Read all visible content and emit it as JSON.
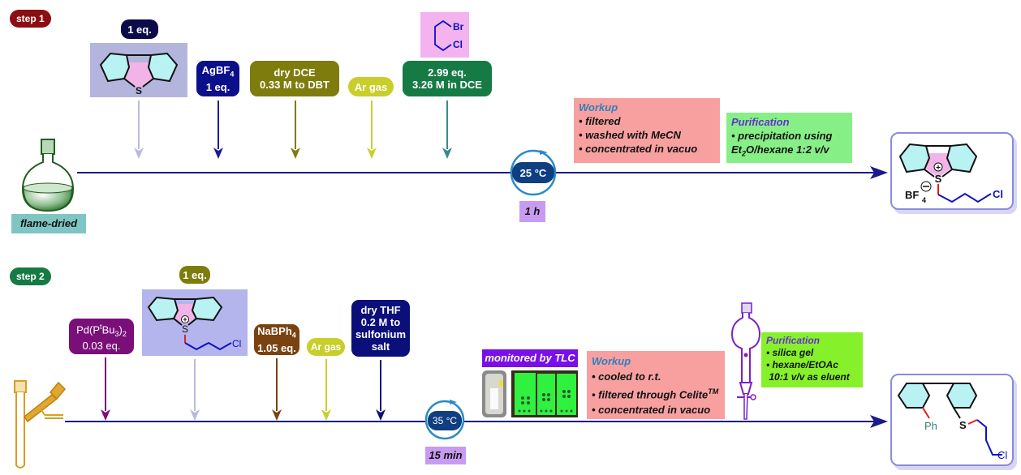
{
  "step1": {
    "badge": "step 1",
    "badge_color": "#8b0e12",
    "vessel_label": "flame-dried",
    "reagents": [
      {
        "id": "dbt",
        "equiv": "1 eq.",
        "name": "dibenzothiophene",
        "heteroatom": "S",
        "arrow_color": "#b9b9e0"
      },
      {
        "id": "agbf4",
        "line1_main": "AgBF",
        "line1_sub": "4",
        "line2": "1 eq.",
        "color": "#0b0f8a",
        "arrow_color": "#1a1a9a"
      },
      {
        "id": "solvent",
        "line1": "dry DCE",
        "line2": "0.33 M to DBT",
        "color": "#7e7c0c",
        "arrow_color": "#7e7c0c"
      },
      {
        "id": "gas",
        "line1": "Ar gas",
        "color": "#c9cf2a",
        "arrow_color": "#c9cf2a"
      },
      {
        "id": "alkyl",
        "line1": "2.99 eq.",
        "line2": "3.26 M in DCE",
        "color": "#167a45",
        "arrow_color": "#3a8a86",
        "struct_labels": [
          "Br",
          "Cl"
        ]
      }
    ],
    "temperature": "25 °C",
    "time": "1 h",
    "workup": {
      "title": "Workup",
      "items": [
        "filtered",
        "washed with MeCN",
        "concentrated in vacuo"
      ]
    },
    "purification": {
      "title": "Purification",
      "items": [
        "precipitation using"
      ],
      "extra_line_pre": "Et",
      "extra_line_sub": "2",
      "extra_line_post": "O/hexane 1:2 v/v"
    },
    "product": {
      "counterion_main": "BF",
      "counterion_sub": "4",
      "charge_minus": "−",
      "charge_plus": "+",
      "heteroatom": "S",
      "halogen": "Cl"
    }
  },
  "step2": {
    "badge": "step 2",
    "badge_color": "#167a45",
    "reagents": [
      {
        "id": "pd",
        "line1_pre": "Pd(P",
        "line1_sup": "t",
        "line1_mid": "Bu",
        "line1_sub": "3",
        "line1_post": ")",
        "line1_sub2": "2",
        "line2": "0.03 eq.",
        "color": "#7a0f7a",
        "arrow_color": "#7a0f7a"
      },
      {
        "id": "sulfonium",
        "equiv": "1 eq.",
        "equiv_color": "#7e7c0c",
        "heteroatom": "S",
        "charge_plus": "+",
        "halogen": "Cl",
        "arrow_color": "#b9b9e0"
      },
      {
        "id": "nabph4",
        "line1_main": "NaBPh",
        "line1_sub": "4",
        "line2": "1.05 eq.",
        "color": "#7a4210",
        "arrow_color": "#7a4210"
      },
      {
        "id": "gas",
        "line1": "Ar gas",
        "color": "#c9cf2a",
        "arrow_color": "#c9cf2a"
      },
      {
        "id": "thf",
        "lines": [
          "dry THF",
          "0.2 M to",
          "sulfonium",
          "salt"
        ],
        "color": "#0b0f7a",
        "arrow_color": "#0b0f7a"
      }
    ],
    "temperature": "35 °C",
    "time": "15 min",
    "tlc_label": "monitored by TLC",
    "workup": {
      "title": "Workup",
      "items": [
        "cooled to r.t.",
        "filtered through Celite",
        "concentrated in vacuo"
      ],
      "tm": "TM"
    },
    "purification": {
      "title": "Purification",
      "items": [
        "silica gel",
        "hexane/EtOAc",
        "10:1 v/v as eluent"
      ]
    },
    "product": {
      "substituent": "Ph",
      "heteroatom": "S",
      "halogen": "Cl"
    }
  }
}
